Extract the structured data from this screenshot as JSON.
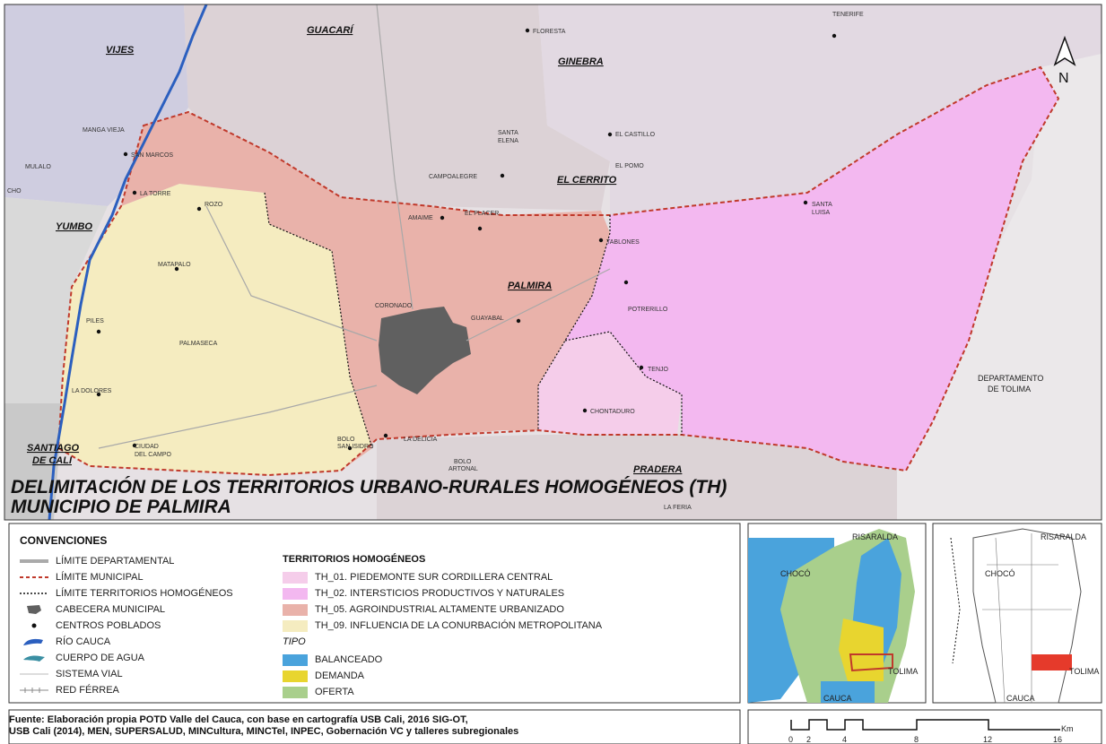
{
  "map": {
    "north_label": "N",
    "title_line1": "DELIMITACIÓN DE LOS TERRITORIOS URBANO-RURALES HOMOGÉNEOS (TH)",
    "title_line2": "MUNICIPIO DE PALMIRA",
    "municipios": [
      "GUACARÍ",
      "VIJES",
      "GINEBRA",
      "EL CERRITO",
      "YUMBO",
      "PALMIRA",
      "SANTIAGO",
      "DE CALI",
      "PRADERA"
    ],
    "departamento_tolima": [
      "DEPARTAMENTO",
      "DE TOLIMA"
    ],
    "centros_poblados": [
      "TENERIFE",
      "FLORESTA",
      "MANGA VIEJA",
      "SAN MARCOS",
      "MULALO",
      "CHO",
      "LA TORRE",
      "ROZO",
      "SANTA",
      "ELENA",
      "EL CASTILLO",
      "EL POMO",
      "CAMPOALEGRE",
      "AMAIME",
      "EL PLACER",
      "SANTA",
      "LUISA",
      "TABLONES",
      "MATAPALO",
      "CORONADO",
      "GUAYABAL",
      "POTRERILLO",
      "PILES",
      "PALMASECA",
      "LA DOLORES",
      "TENJO",
      "CHONTADURO",
      "CIUDAD",
      "DEL CAMPO",
      "BOLO",
      "SAN ISIDRO",
      "LA DELICIA",
      "BOLO",
      "ARTONAL",
      "LA FERIA"
    ]
  },
  "legend": {
    "heading": "CONVENCIONES",
    "conventions": [
      {
        "label": "LÍMITE DEPARTAMENTAL",
        "icon": "gray-thick-line"
      },
      {
        "label": "LÍMITE MUNICIPAL",
        "icon": "red-dashed-line"
      },
      {
        "label": "LÍMITE TERRITORIOS HOMOGÉNEOS",
        "icon": "black-dotted-line"
      },
      {
        "label": "CABECERA MUNICIPAL",
        "icon": "dark-gray-shape"
      },
      {
        "label": "CENTROS POBLADOS",
        "icon": "black-dot"
      },
      {
        "label": "RÍO CAUCA",
        "icon": "blue-river-shape"
      },
      {
        "label": "CUERPO DE AGUA",
        "icon": "teal-water-shape"
      },
      {
        "label": "SISTEMA VIAL",
        "icon": "gray-thin-line"
      },
      {
        "label": "RED FÉRREA",
        "icon": "rail-line"
      }
    ],
    "territorios_heading": "TERRITORIOS HOMOGÉNEOS",
    "territorios": [
      {
        "label": "TH_01. PIEDEMONTE SUR CORDILLERA CENTRAL",
        "color": "#f5cdea"
      },
      {
        "label": "TH_02. INTERSTICIOS PRODUCTIVOS Y NATURALES",
        "color": "#f3b8f0"
      },
      {
        "label": "TH_05. AGROINDUSTRIAL ALTAMENTE URBANIZADO",
        "color": "#e9b2aa"
      },
      {
        "label": "TH_09. INFLUENCIA DE LA CONURBACIÓN METROPOLITANA",
        "color": "#f5ecc0"
      }
    ],
    "tipo_heading": "TIPO",
    "tipos": [
      {
        "label": "BALANCEADO",
        "color": "#4aa3dc"
      },
      {
        "label": "DEMANDA",
        "color": "#e8d52f"
      },
      {
        "label": "OFERTA",
        "color": "#a9cf8c"
      }
    ]
  },
  "inset1": {
    "labels": [
      "RISARALDA",
      "CHOCÓ",
      "TOLIMA",
      "CAUCA"
    ]
  },
  "inset2": {
    "labels": [
      "RISARALDA",
      "CHOCÓ",
      "TOLIMA",
      "CAUCA"
    ]
  },
  "source": {
    "line1": "Fuente: Elaboración propia POTD Valle del Cauca, con base en cartografía USB Cali, 2016  SIG-OT,",
    "line2": "USB Cali (2014), MEN, SUPERSALUD, MINCultura, MINCTel, INPEC, Gobernación VC y talleres subregionales"
  },
  "scale": {
    "unit": "Km",
    "ticks": [
      "0",
      "2",
      "4",
      "8",
      "12",
      "16"
    ]
  },
  "colors": {
    "th01": "#f5cdea",
    "th02": "#f3b8f0",
    "th05": "#e9b2aa",
    "th09": "#f5ecc0",
    "cabecera": "#606060",
    "neighbor_north": "#ddd3d7",
    "neighbor_west": "#cfcde0",
    "neighbor_east": "#ded6e0",
    "river": "#2b5fbf"
  }
}
